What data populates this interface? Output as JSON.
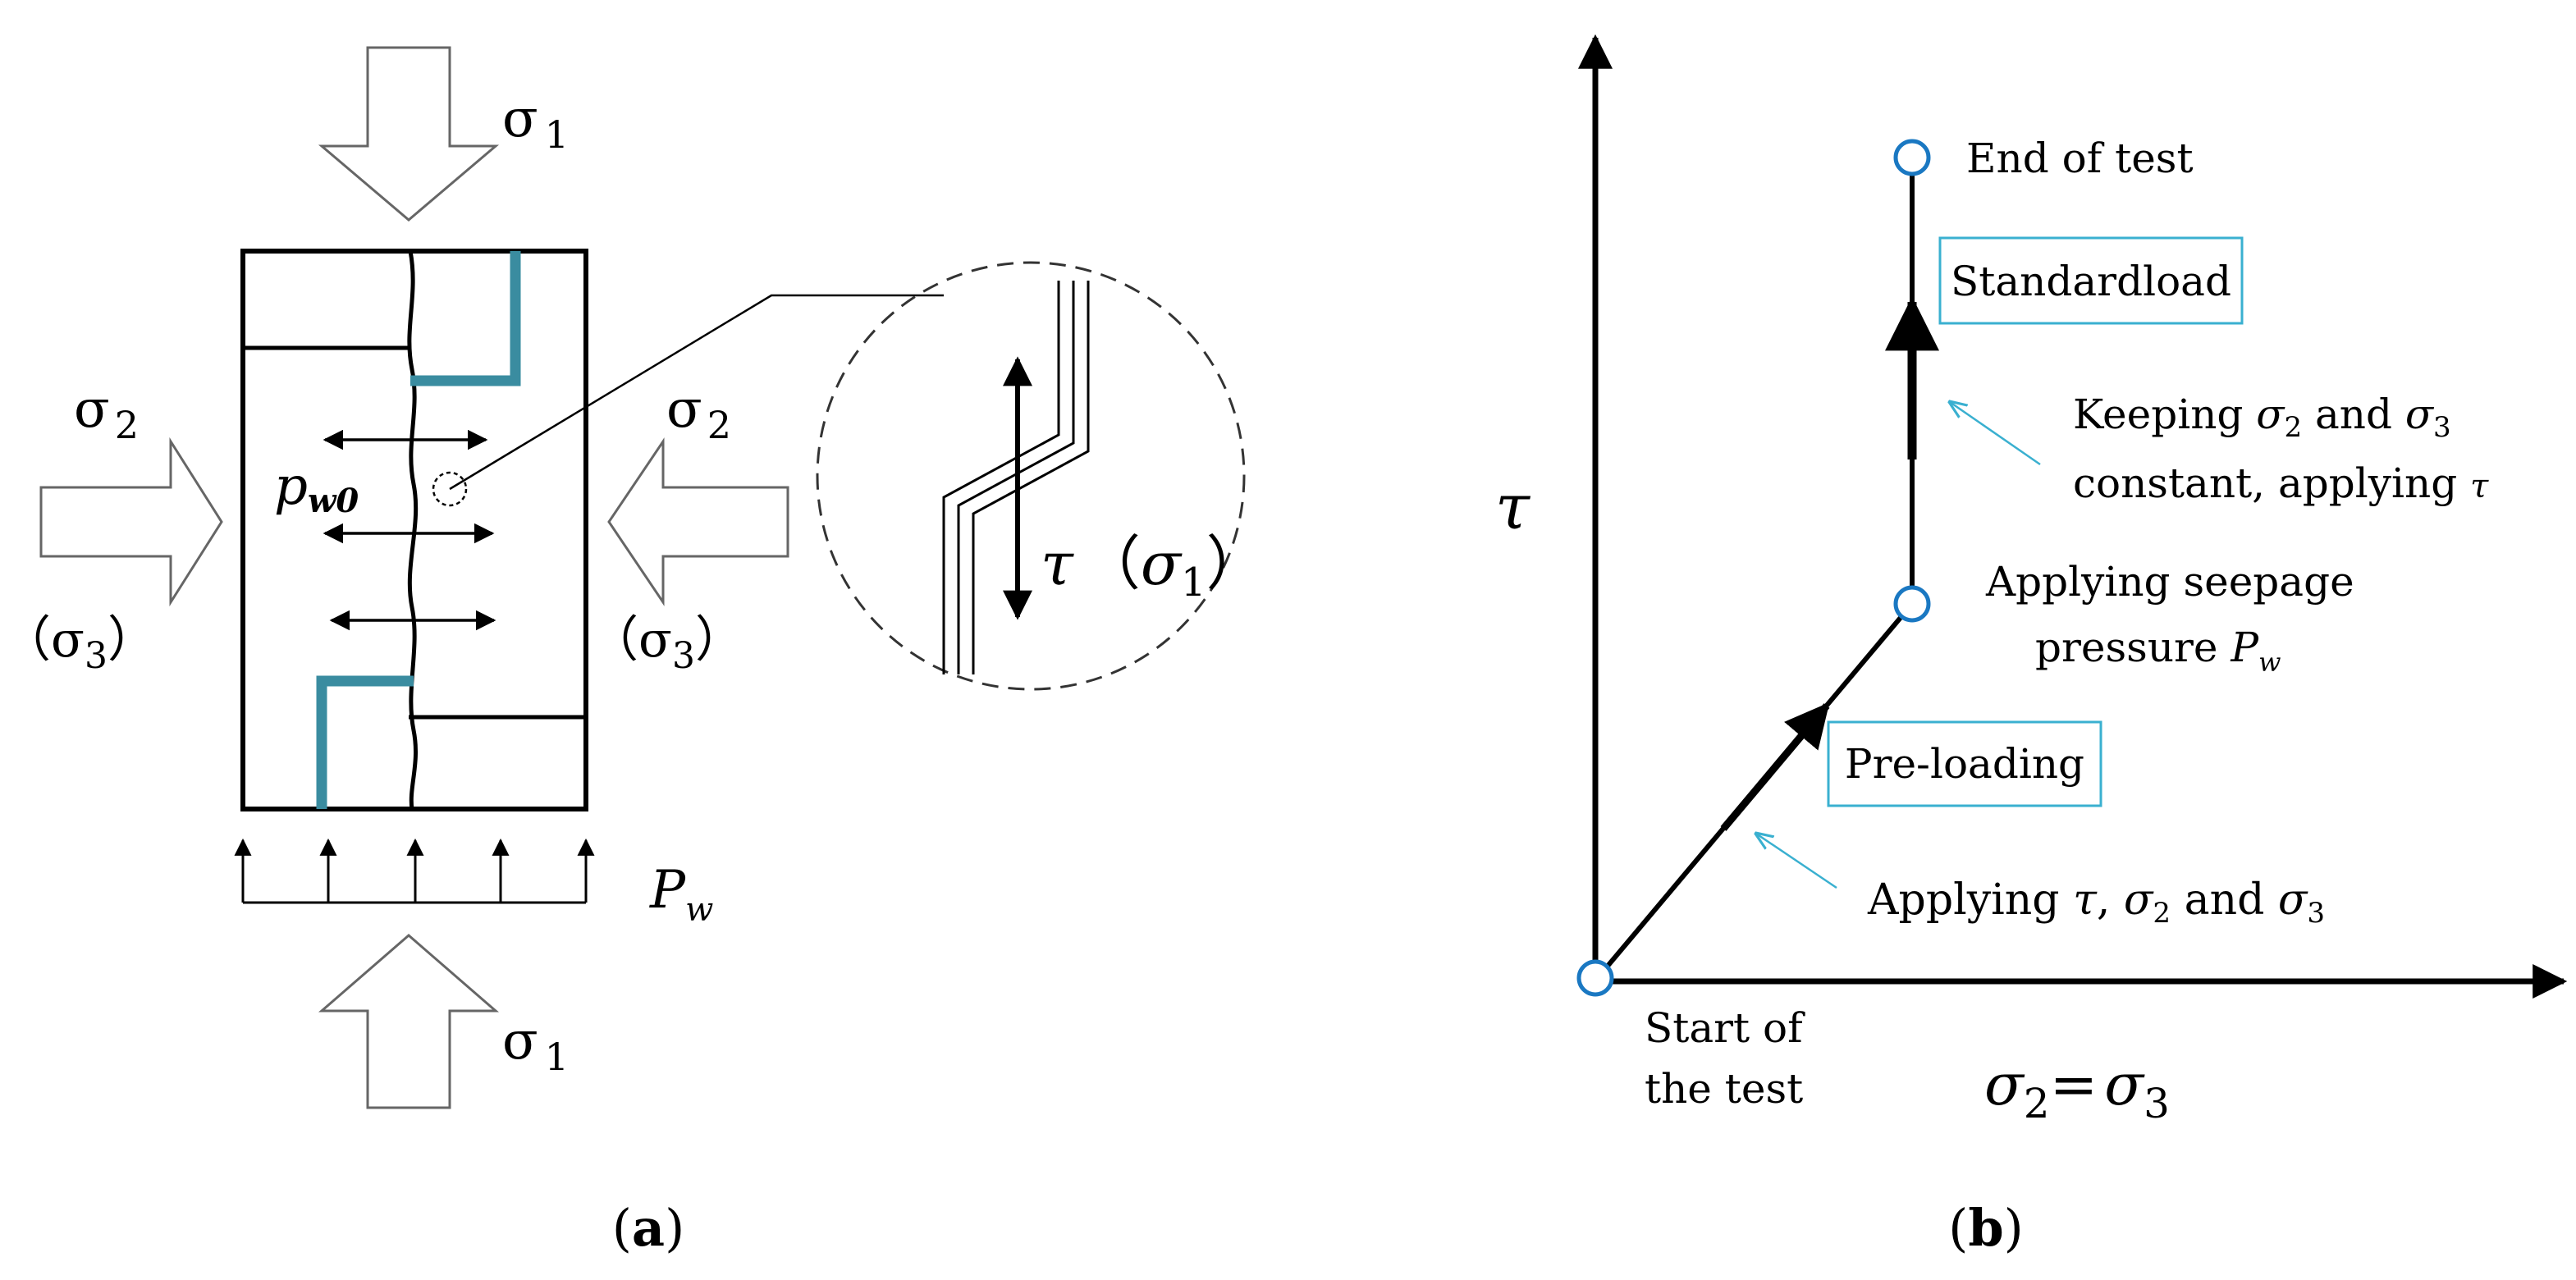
{
  "panel_a": {
    "caption": "a",
    "sigma1_top": {
      "sym": "σ",
      "sub": "1"
    },
    "sigma1_bottom": {
      "sym": "σ",
      "sub": "1"
    },
    "sigma2_left": {
      "sym": "σ",
      "sub": "2"
    },
    "sigma3_left": {
      "open": "（",
      "sym": "σ",
      "sub": "3",
      "close": "）"
    },
    "sigma2_right": {
      "sym": "σ",
      "sub": "2"
    },
    "sigma3_right": {
      "open": "（",
      "sym": "σ",
      "sub": "3",
      "close": "）"
    },
    "pw0": {
      "sym": "p",
      "sub": "w0"
    },
    "pw": {
      "sym": "P",
      "sub": "w"
    },
    "shear": {
      "tau": "τ",
      "open": "（",
      "sym": "σ",
      "sub": "1",
      "close": "）"
    }
  },
  "panel_b": {
    "caption": "b",
    "y_axis_label": "τ",
    "x_axis_label": {
      "sym1": "σ",
      "sub1": "2",
      "eq": "=",
      "sym2": "σ",
      "sub2": "3"
    },
    "start_label": [
      "Start of",
      "the test"
    ],
    "end_label": "End of test",
    "box_standard": "Standardload",
    "box_preload": "Pre-loading",
    "keeping": {
      "line1_pre": "Keeping ",
      "s1": "σ",
      "sub1": "2",
      "and": " and ",
      "s2": "σ",
      "sub2": "3",
      "line2_pre": "constant, applying ",
      "tau": "τ"
    },
    "seepage": {
      "line1": "Applying seepage",
      "line2_pre": "pressure ",
      "sym": "P",
      "sub": "w"
    },
    "applying": {
      "pre": "Applying ",
      "tau": "τ",
      "comma": ", ",
      "s1": "σ",
      "sub1": "2",
      "and": " and ",
      "s2": "σ",
      "sub2": "3"
    }
  },
  "colors": {
    "accent": "#3a8ca0",
    "marker": "#1a78c2",
    "box": "#3ab0d0"
  }
}
